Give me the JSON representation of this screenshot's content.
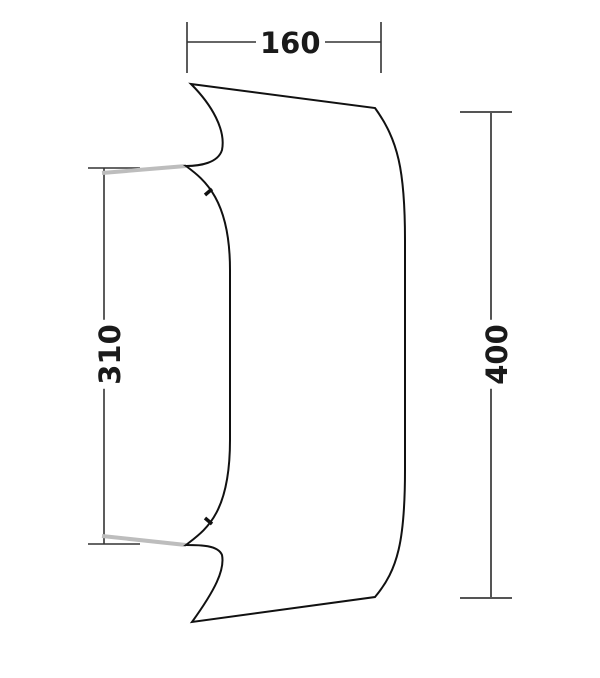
{
  "diagram": {
    "title": "Tarp dimension drawing",
    "colors": {
      "outline": "#111111",
      "dimension_line": "#333333",
      "guy_line": "#bdbdbd",
      "background": "#ffffff"
    },
    "dimensions": {
      "width_top": {
        "value": "160",
        "orientation": "horizontal",
        "position": "top"
      },
      "pole_span": {
        "value": "310",
        "orientation": "vertical",
        "position": "left"
      },
      "total_length": {
        "value": "400",
        "orientation": "vertical",
        "position": "right"
      }
    },
    "shape": {
      "name": "tarp-outline",
      "attachment_marks": 2,
      "guy_lines": 2
    }
  }
}
